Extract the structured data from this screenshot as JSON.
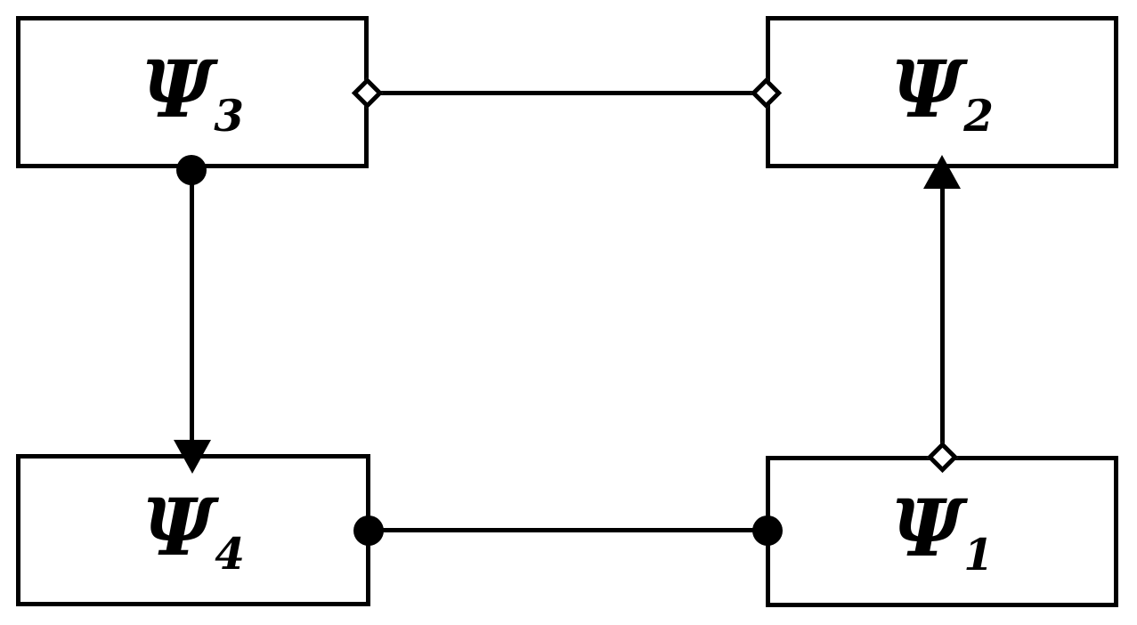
{
  "diagram": {
    "background_color": "#ffffff",
    "line_color": "#000000",
    "nodes": [
      {
        "id": "psi3",
        "symbol": "Ψ",
        "subscript": "3",
        "position": "top-left"
      },
      {
        "id": "psi2",
        "symbol": "Ψ",
        "subscript": "2",
        "position": "top-right"
      },
      {
        "id": "psi4",
        "symbol": "Ψ",
        "subscript": "4",
        "position": "bottom-left"
      },
      {
        "id": "psi1",
        "symbol": "Ψ",
        "subscript": "1",
        "position": "bottom-right"
      }
    ],
    "edges": [
      {
        "from": "psi3",
        "to": "psi2",
        "orientation": "horizontal",
        "from_marker": "open-diamond",
        "to_marker": "open-diamond"
      },
      {
        "from": "psi3",
        "to": "psi4",
        "orientation": "vertical",
        "from_marker": "filled-circle",
        "to_marker": "arrowhead"
      },
      {
        "from": "psi4",
        "to": "psi1",
        "orientation": "horizontal",
        "from_marker": "filled-circle",
        "to_marker": "filled-circle"
      },
      {
        "from": "psi1",
        "to": "psi2",
        "orientation": "vertical",
        "from_marker": "open-diamond",
        "to_marker": "arrowhead"
      }
    ]
  }
}
